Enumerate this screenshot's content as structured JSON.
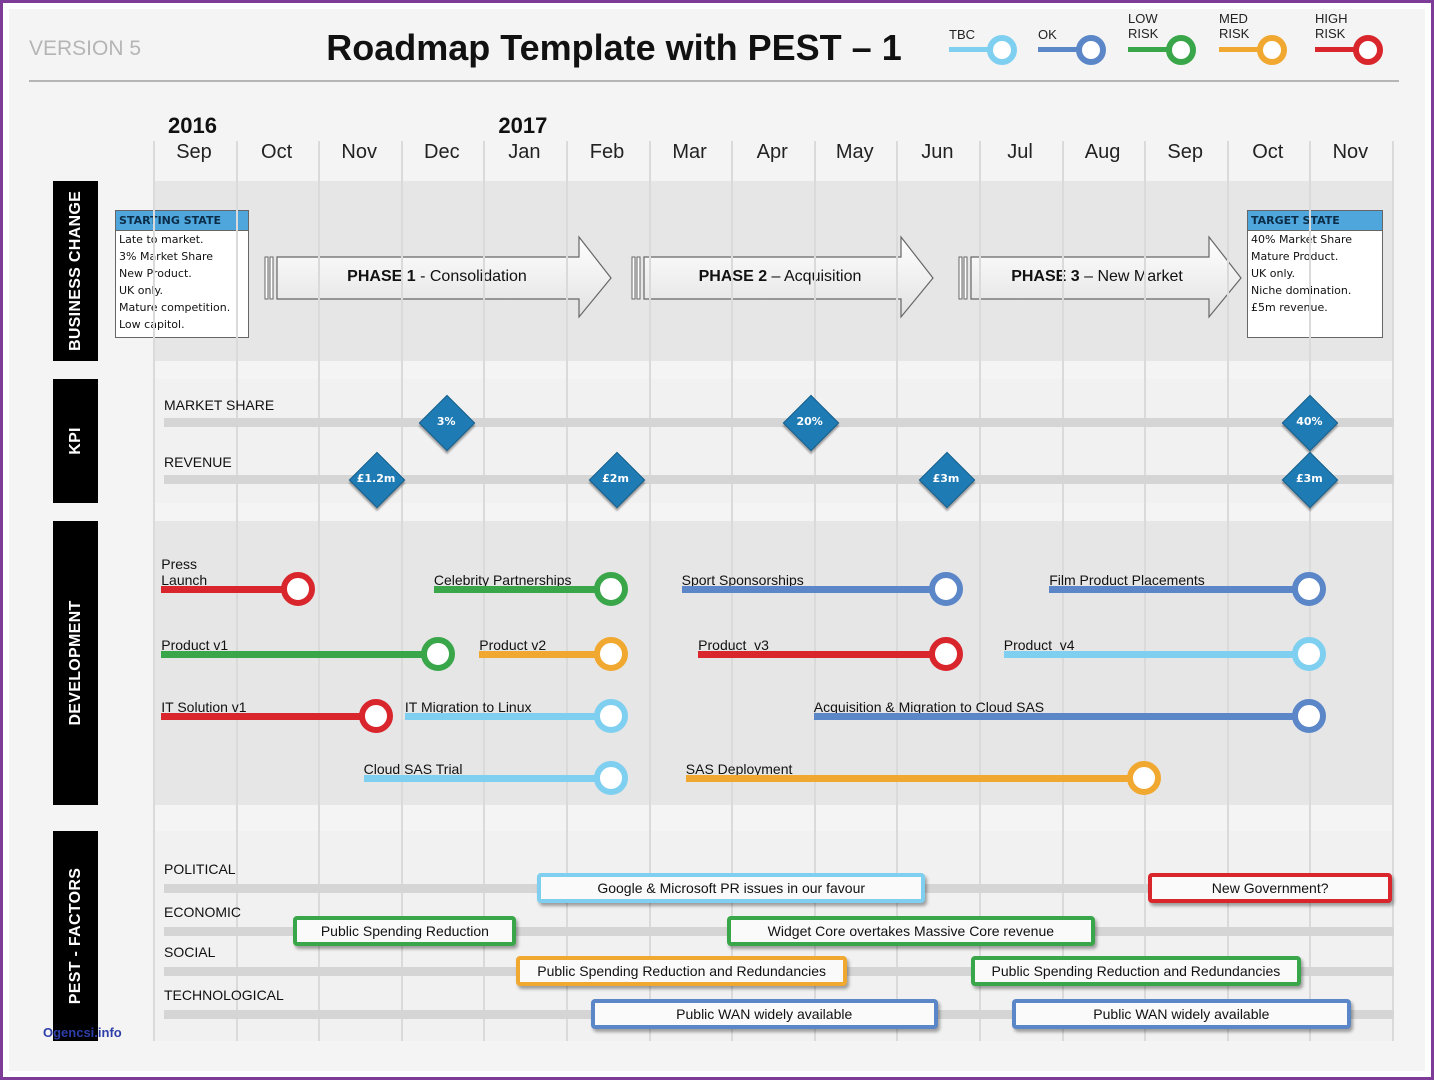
{
  "header": {
    "version": "VERSION 5",
    "title": "Roadmap Template with PEST – 1"
  },
  "legend": [
    {
      "label": "TBC",
      "color": "#7fd0f0"
    },
    {
      "label": "OK",
      "color": "#5b86c8"
    },
    {
      "label": "LOW\nRISK",
      "color": "#3aa64a"
    },
    {
      "label": "MED\nRISK",
      "color": "#f0a830"
    },
    {
      "label": "HIGH\nRISK",
      "color": "#d9262c"
    }
  ],
  "timeline": {
    "years": [
      {
        "label": "2016",
        "month_index": 0
      },
      {
        "label": "2017",
        "month_index": 4
      }
    ],
    "months": [
      "Sep",
      "Oct",
      "Nov",
      "Dec",
      "Jan",
      "Feb",
      "Mar",
      "Apr",
      "May",
      "Jun",
      "Jul",
      "Aug",
      "Sep",
      "Oct",
      "Nov"
    ]
  },
  "sections": {
    "business_change": "BUSINESS CHANGE",
    "kpi": "KPI",
    "development": "DEVELOPMENT",
    "pest": "PEST - FACTORS"
  },
  "business_change": {
    "starting_state": {
      "title": "STARTING STATE",
      "lines": [
        "Late to market.",
        "3% Market Share",
        "New Product.",
        "UK only.",
        "Mature competition.",
        "Low capitol."
      ]
    },
    "target_state": {
      "title": "TARGET STATE",
      "lines": [
        "40% Market Share",
        "Mature Product.",
        "UK only.",
        "Niche domination.",
        "£5m revenue."
      ]
    },
    "phases": [
      {
        "bold": "PHASE 1",
        "rest": " - Consolidation"
      },
      {
        "bold": "PHASE 2",
        "rest": " – Acquisition"
      },
      {
        "bold": "PHASE 3",
        "rest": " – New Market"
      }
    ]
  },
  "kpi": {
    "rows": [
      {
        "label": "MARKET SHARE",
        "milestones": [
          {
            "value": "3%",
            "month": 3.55
          },
          {
            "value": "20%",
            "month": 7.95
          },
          {
            "value": "40%",
            "month": 14.0
          }
        ]
      },
      {
        "label": "REVENUE",
        "milestones": [
          {
            "value": "£1.2m",
            "month": 2.7
          },
          {
            "value": "£2m",
            "month": 5.6
          },
          {
            "value": "£3m",
            "month": 9.6
          },
          {
            "value": "£3m",
            "month": 14.0
          }
        ]
      }
    ]
  },
  "development": {
    "items": [
      {
        "label": "Press\nLaunch",
        "status": "HIGH RISK",
        "color": "#d9262c",
        "start": 0.1,
        "end": 1.75,
        "row": 0
      },
      {
        "label": "Celebrity Partnerships",
        "status": "LOW RISK",
        "color": "#3aa64a",
        "start": 3.4,
        "end": 5.55,
        "row": 0
      },
      {
        "label": "Sport Sponsorships",
        "status": "OK",
        "color": "#5b86c8",
        "start": 6.4,
        "end": 9.6,
        "row": 0
      },
      {
        "label": "Film Product Placements",
        "status": "OK",
        "color": "#5b86c8",
        "start": 10.85,
        "end": 14.0,
        "row": 0
      },
      {
        "label": "Product v1",
        "status": "LOW RISK",
        "color": "#3aa64a",
        "start": 0.1,
        "end": 3.45,
        "row": 1
      },
      {
        "label": "Product v2",
        "status": "MED RISK",
        "color": "#f0a830",
        "start": 3.95,
        "end": 5.55,
        "row": 1
      },
      {
        "label": "Product  v3",
        "status": "HIGH RISK",
        "color": "#d9262c",
        "start": 6.6,
        "end": 9.6,
        "row": 1
      },
      {
        "label": "Product  v4",
        "status": "TBC",
        "color": "#7fd0f0",
        "start": 10.3,
        "end": 14.0,
        "row": 1
      },
      {
        "label": "IT Solution v1",
        "status": "HIGH RISK",
        "color": "#d9262c",
        "start": 0.1,
        "end": 2.7,
        "row": 2
      },
      {
        "label": "IT Migration to Linux",
        "status": "TBC",
        "color": "#7fd0f0",
        "start": 3.05,
        "end": 5.55,
        "row": 2
      },
      {
        "label": "Acquisition & Migration to Cloud SAS",
        "status": "OK",
        "color": "#5b86c8",
        "start": 8.0,
        "end": 14.0,
        "row": 2
      },
      {
        "label": "Cloud SAS Trial",
        "status": "TBC",
        "color": "#7fd0f0",
        "start": 2.55,
        "end": 5.55,
        "row": 3
      },
      {
        "label": "SAS Deployment",
        "status": "MED RISK",
        "color": "#f0a830",
        "start": 6.45,
        "end": 12.0,
        "row": 3
      }
    ]
  },
  "pest": {
    "rows": [
      "POLITICAL",
      "ECONOMIC",
      "SOCIAL",
      "TECHNOLOGICAL"
    ],
    "items": [
      {
        "label": "Google & Microsoft PR issues in our favour",
        "color": "#7fd0f0",
        "row": 0,
        "start": 4.65,
        "end": 9.35
      },
      {
        "label": "New Government?",
        "color": "#d9262c",
        "row": 0,
        "start": 12.05,
        "end": 15.0
      },
      {
        "label": "Public Spending Reduction",
        "color": "#3aa64a",
        "row": 1,
        "start": 1.7,
        "end": 4.4
      },
      {
        "label": "Widget Core overtakes Massive Core revenue",
        "color": "#3aa64a",
        "row": 1,
        "start": 6.95,
        "end": 11.4
      },
      {
        "label": "Public Spending Reduction and Redundancies",
        "color": "#f0a830",
        "row": 2,
        "start": 4.4,
        "end": 8.4
      },
      {
        "label": "Public Spending Reduction and Redundancies",
        "color": "#3aa64a",
        "row": 2,
        "start": 9.9,
        "end": 13.9
      },
      {
        "label": "Public WAN widely available",
        "color": "#5b86c8",
        "row": 3,
        "start": 5.3,
        "end": 9.5
      },
      {
        "label": "Public WAN widely available",
        "color": "#5b86c8",
        "row": 3,
        "start": 10.4,
        "end": 14.5
      }
    ]
  },
  "watermark": "Ogencsi.info"
}
